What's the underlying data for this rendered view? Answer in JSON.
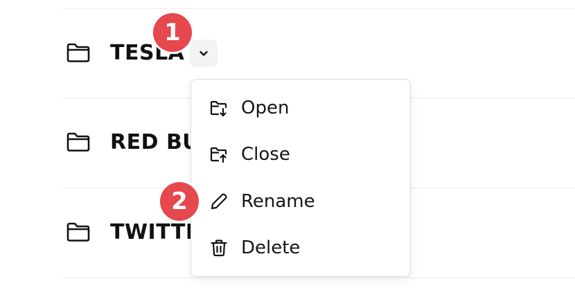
{
  "folders": [
    {
      "name": "TESLA"
    },
    {
      "name": "RED BU"
    },
    {
      "name": "TWITTE"
    }
  ],
  "menu": {
    "items": [
      {
        "label": "Open",
        "icon": "folder-download-icon"
      },
      {
        "label": "Close",
        "icon": "folder-upload-icon"
      },
      {
        "label": "Rename",
        "icon": "pencil-icon"
      },
      {
        "label": "Delete",
        "icon": "trash-icon"
      }
    ]
  },
  "badges": [
    {
      "label": "1"
    },
    {
      "label": "2"
    }
  ],
  "colors": {
    "badge": "#e5484d",
    "divider": "#ececec",
    "menu_border": "#dcdcdc",
    "chevron_button_bg": "#f3f3f3"
  }
}
